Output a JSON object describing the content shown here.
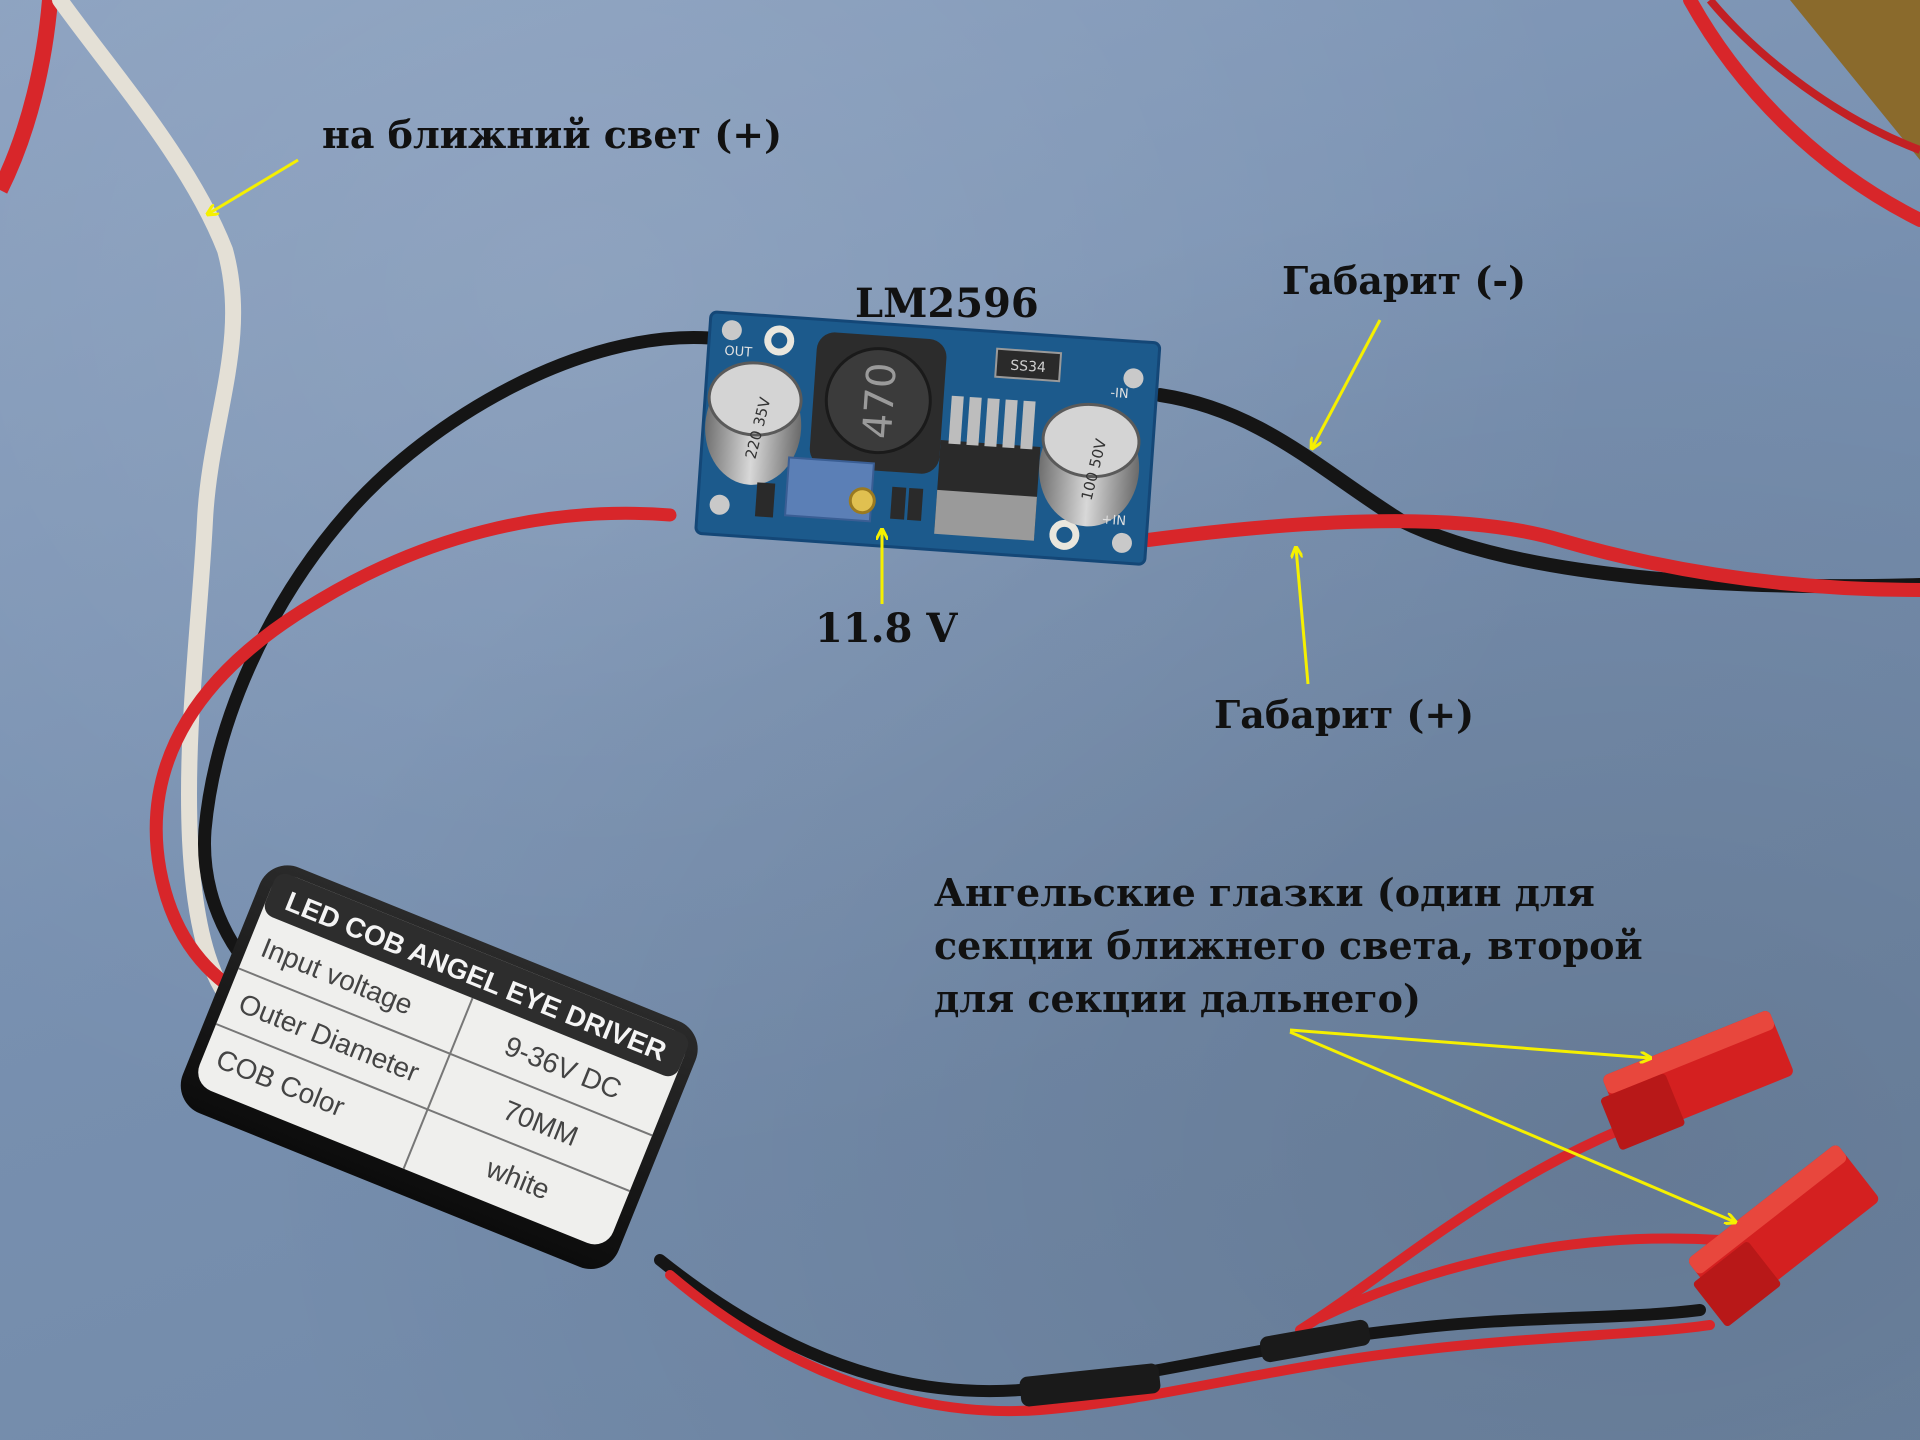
{
  "annotations": {
    "low_beam": "на ближний свет (+)",
    "module": "LM2596",
    "marker_minus": "Габарит (-)",
    "voltage": "11.8 V",
    "marker_plus": "Габарит (+)",
    "angel_eyes": "Ангельские глазки (один для секции ближнего света, второй для секции дальнего)"
  },
  "driver_box": {
    "title": "LED COB ANGEL EYE DRIVER",
    "rows": [
      {
        "label": "Input voltage",
        "value": "9-36V DC"
      },
      {
        "label": "Outer Diameter",
        "value": "70MM"
      },
      {
        "label": "COB Color",
        "value": "white"
      }
    ]
  },
  "board": {
    "inductor_marking": "470",
    "cap_left": "220 35V",
    "cap_right": "100 50V",
    "diode": "SS34",
    "pin_in_minus": "-IN",
    "pin_in_plus": "+IN",
    "pin_out": "OUT"
  },
  "colors": {
    "background": "#7e94b3",
    "arrow": "#f5f000",
    "wire_red": "#d8262a",
    "wire_black": "#151515",
    "wire_white": "#e4e0d6",
    "pcb": "#1c5a8c",
    "connector": "#d42020"
  }
}
